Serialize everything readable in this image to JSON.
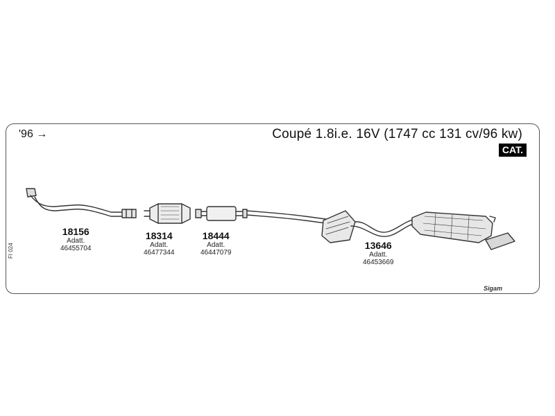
{
  "header": {
    "year": "'96 →",
    "title": "Coupé 1.8i.e. 16V (1747 cc 131 cv/96 kw)",
    "badge": "CAT."
  },
  "parts": [
    {
      "number": "18156",
      "label": "Adatt.",
      "code": "46455704"
    },
    {
      "number": "18314",
      "label": "Adatt.",
      "code": "46477344"
    },
    {
      "number": "18444",
      "label": "Adatt.",
      "code": "46447079"
    },
    {
      "number": "13646",
      "label": "Adatt.",
      "code": "46453669"
    }
  ],
  "footer": {
    "reference": "FI 024",
    "brand": "Sigam"
  }
}
